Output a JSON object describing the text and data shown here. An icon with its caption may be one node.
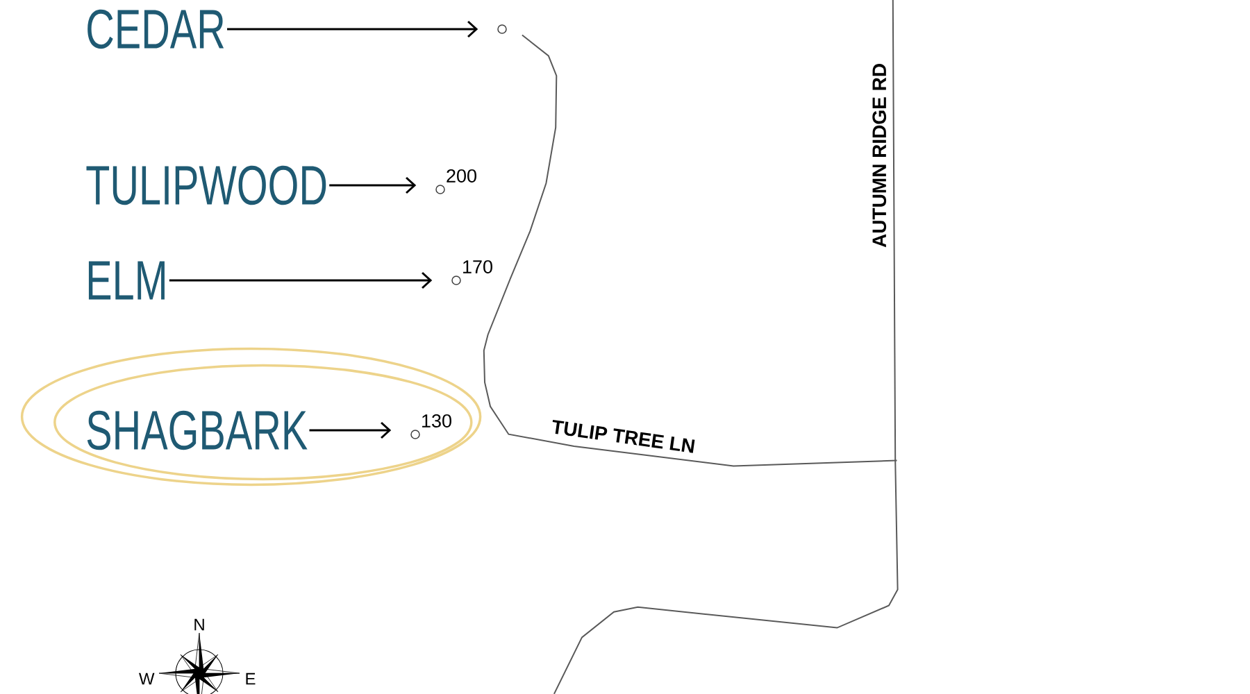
{
  "diagram": {
    "nodes": [
      {
        "text": [
          "CEDAR"
        ]
      },
      {
        "text": [
          "TULIPWOOD"
        ]
      },
      {
        "text": [
          "ELM"
        ]
      },
      {
        "text": [
          "SHAGBARK"
        ]
      },
      {
        "text": [],
        "shape": "circle"
      },
      {
        "text": [],
        "shape": "circle",
        "beside": [
          "200"
        ]
      },
      {
        "text": [],
        "shape": "circle",
        "beside": [
          "170"
        ]
      },
      {
        "text": [],
        "shape": "circle",
        "beside": [
          "130"
        ]
      }
    ],
    "edges": [
      {
        "from": 0,
        "to": 4,
        "arrow": "to"
      },
      {
        "from": 1,
        "to": 5,
        "arrow": "to"
      },
      {
        "from": 2,
        "to": 6,
        "arrow": "to"
      },
      {
        "from": 3,
        "to": 7,
        "arrow": "to"
      }
    ],
    "labels": [
      "TULIP TREE LN",
      "AUTUMN RIDGE RD",
      "N",
      "W",
      "E"
    ]
  }
}
